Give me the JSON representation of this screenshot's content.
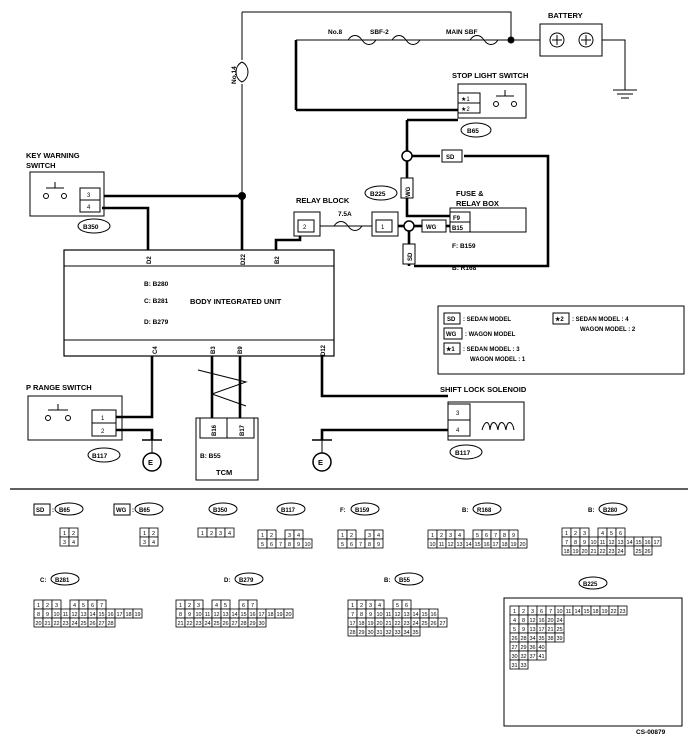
{
  "components": {
    "battery": "BATTERY",
    "fuse_no8": "No.8",
    "sbf2": "SBF-2",
    "main_sbf": "MAIN SBF",
    "fuse_no14": "No.14",
    "stop_light_switch": "STOP LIGHT SWITCH",
    "stop_conn": "B65",
    "key_warning_switch": [
      "KEY WARNING",
      "SWITCH"
    ],
    "key_conn": "B350",
    "relay_block": "RELAY BLOCK",
    "relay_conn": "B225",
    "relay_fuse": "7.5A",
    "fuse_relay_box": [
      "FUSE &",
      "RELAY BOX"
    ],
    "f_conn": "F: B159",
    "b_conn": "B: R168",
    "body_unit": "BODY INTEGRATED UNIT",
    "body_conns": [
      "B: B280",
      "C: B281",
      "D: B279"
    ],
    "p_range_switch": "P RANGE SWITCH",
    "p_conn": "B117",
    "tcm": "TCM",
    "tcm_conn": "B: B55",
    "shift_lock": "SHIFT LOCK SOLENOID",
    "shift_conn": "B117",
    "ground": "E",
    "sd": "SD",
    "wg": "WG",
    "doc_code": "CS-00879"
  },
  "pins": {
    "stop": [
      "★1",
      "★2"
    ],
    "key": [
      "3",
      "4"
    ],
    "relay_left": "2",
    "relay_right": "1",
    "fuse_box": [
      "F9",
      "B15"
    ],
    "unit_top": [
      "D2",
      "D22",
      "B2"
    ],
    "unit_bottom": [
      "C4",
      "B3",
      "B9",
      "D12"
    ],
    "p_range": [
      "1",
      "2"
    ],
    "tcm": [
      "B16",
      "B17"
    ],
    "shift": [
      "3",
      "4"
    ]
  },
  "legend": {
    "sd": "SD",
    "sd_text": ": SEDAN MODEL",
    "wg": "WG",
    "wg_text": ": WAGON MODEL",
    "star1": "★1",
    "star1_text": [
      ": SEDAN MODEL : 3",
      "WAGON MODEL : 1"
    ],
    "star2": "★2",
    "star2_text": [
      ": SEDAN MODEL : 4",
      "WAGON MODEL : 2"
    ]
  },
  "connectors": {
    "sd_b65": {
      "prefix": "SD",
      "code": "B65",
      "rows": [
        [
          "1",
          "2"
        ],
        [
          "3",
          "4"
        ]
      ]
    },
    "wg_b65": {
      "prefix": "WG",
      "code": "B65",
      "rows": [
        [
          "1",
          "2"
        ],
        [
          "3",
          "4"
        ]
      ]
    },
    "b350": {
      "code": "B350",
      "rows": [
        [
          "1",
          "2",
          "3",
          "4"
        ]
      ]
    },
    "b117": {
      "code": "B117",
      "rows": [
        [
          "1",
          "2",
          "",
          "3",
          "4"
        ],
        [
          "5",
          "6",
          "7",
          "8",
          "9",
          "10"
        ]
      ]
    },
    "b159": {
      "prefix": "F:",
      "code": "B159",
      "rows": [
        [
          "1",
          "2",
          "",
          "3",
          "4"
        ],
        [
          "5",
          "6",
          "7",
          "8",
          "9"
        ]
      ]
    },
    "r168": {
      "prefix": "B:",
      "code": "R168",
      "rows": [
        [
          "1",
          "2",
          "3",
          "4",
          "",
          "5",
          "6",
          "7",
          "8",
          "9"
        ],
        [
          "10",
          "11",
          "12",
          "13",
          "14",
          "15",
          "16",
          "17",
          "18",
          "19",
          "20"
        ]
      ]
    },
    "b280": {
      "prefix": "B:",
      "code": "B280",
      "rows": [
        [
          "1",
          "2",
          "3",
          "",
          "4",
          "5",
          "6"
        ],
        [
          "7",
          "8",
          "9",
          "10",
          "11",
          "12",
          "13",
          "14",
          "15",
          "16",
          "17"
        ],
        [
          "18",
          "19",
          "20",
          "21",
          "22",
          "23",
          "24",
          "",
          "25",
          "26"
        ]
      ]
    },
    "b281": {
      "prefix": "C:",
      "code": "B281",
      "rows": [
        [
          "1",
          "2",
          "3",
          "",
          "4",
          "5",
          "6",
          "7"
        ],
        [
          "8",
          "9",
          "10",
          "11",
          "12",
          "13",
          "14",
          "15",
          "16",
          "17",
          "18",
          "19"
        ],
        [
          "20",
          "21",
          "22",
          "23",
          "24",
          "25",
          "26",
          "27",
          "28"
        ]
      ]
    },
    "b279": {
      "prefix": "D:",
      "code": "B279",
      "rows": [
        [
          "1",
          "2",
          "3",
          "",
          "4",
          "5",
          "",
          "6",
          "7"
        ],
        [
          "8",
          "9",
          "10",
          "11",
          "12",
          "13",
          "14",
          "15",
          "16",
          "17",
          "18",
          "19",
          "20"
        ],
        [
          "21",
          "22",
          "23",
          "24",
          "25",
          "26",
          "27",
          "28",
          "29",
          "30"
        ]
      ]
    },
    "b55": {
      "prefix": "B:",
      "code": "B55",
      "rows": [
        [
          "1",
          "2",
          "3",
          "4",
          "",
          "5",
          "6"
        ],
        [
          "7",
          "8",
          "9",
          "10",
          "11",
          "12",
          "13",
          "14",
          "15",
          "16"
        ],
        [
          "17",
          "18",
          "19",
          "20",
          "21",
          "22",
          "23",
          "24",
          "25",
          "26",
          "27"
        ],
        [
          "28",
          "29",
          "30",
          "31",
          "32",
          "33",
          "34",
          "35"
        ]
      ]
    },
    "b225": {
      "code": "B225",
      "rows": [
        [
          "1",
          "2",
          "3",
          "6",
          "7",
          "10",
          "11",
          "14",
          "15",
          "18",
          "19",
          "22",
          "23"
        ],
        [
          "4",
          "8",
          "12",
          "16",
          "20",
          "24"
        ],
        [
          "5",
          "9",
          "13",
          "17",
          "21",
          "25"
        ],
        [
          "26",
          "28",
          "34",
          "35",
          "38",
          "39"
        ],
        [
          "27",
          "29",
          "36",
          "40"
        ],
        [
          "30",
          "32",
          "37",
          "41"
        ],
        [
          "31",
          "33"
        ]
      ]
    }
  }
}
